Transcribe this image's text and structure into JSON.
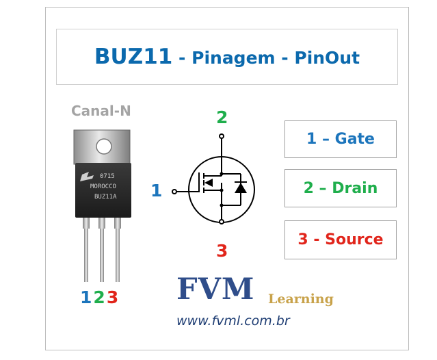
{
  "header": {
    "title_main": "BUZ11",
    "title_sub": " - Pinagem - PinOut"
  },
  "channel_label": "Canal-N",
  "package": {
    "marking_line1": "0715",
    "marking_line2": "MOROCCO",
    "marking_line3": "BUZ11A"
  },
  "pin_numbers": [
    "1",
    "2",
    "3"
  ],
  "symbol": {
    "pin_gate": "1",
    "pin_drain": "2",
    "pin_source": "3"
  },
  "legend": [
    {
      "label": "1 – Gate"
    },
    {
      "label": "2 – Drain"
    },
    {
      "label": "3 - Source"
    }
  ],
  "brand": {
    "name": "FVM",
    "tagline": "Learning",
    "url": "www.fvml.com.br"
  },
  "colors": {
    "title": "#0b69ad",
    "gate": "#1c75bc",
    "drain": "#1fae4c",
    "source": "#e1251b",
    "brand": "#2f4d8a",
    "tagline": "#c8a24a",
    "muted": "#a4a4a4"
  }
}
